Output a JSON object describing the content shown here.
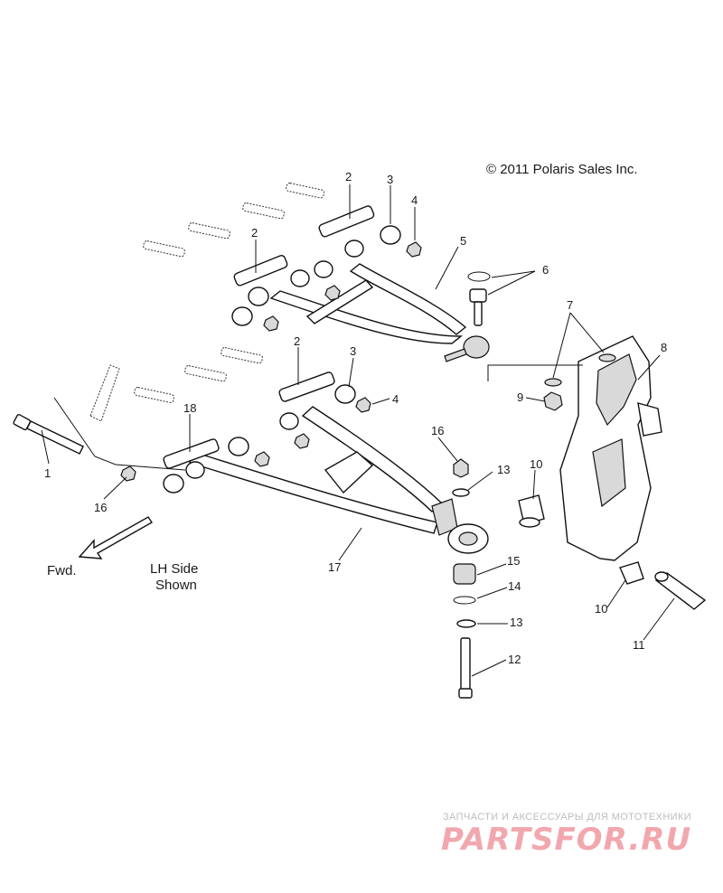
{
  "copyright": "© 2011 Polaris Sales Inc.",
  "notes": {
    "fwd": "Fwd.",
    "side_line1": "LH Side",
    "side_line2": "Shown"
  },
  "watermark": {
    "subtitle": "ЗАПЧАСТИ И АКСЕССУАРЫ ДЛЯ МОТОТЕХНИКИ",
    "brand": "PARTSFOR.RU"
  },
  "callouts": {
    "c1": "1",
    "c2a": "2",
    "c2b": "2",
    "c2c": "2",
    "c3a": "3",
    "c3b": "3",
    "c4a": "4",
    "c4b": "4",
    "c5": "5",
    "c6": "6",
    "c7": "7",
    "c8": "8",
    "c9": "9",
    "c10a": "10",
    "c10b": "10",
    "c11": "11",
    "c12": "12",
    "c13a": "13",
    "c13b": "13",
    "c14": "14",
    "c15": "15",
    "c16a": "16",
    "c16b": "16",
    "c17": "17",
    "c18": "18"
  }
}
